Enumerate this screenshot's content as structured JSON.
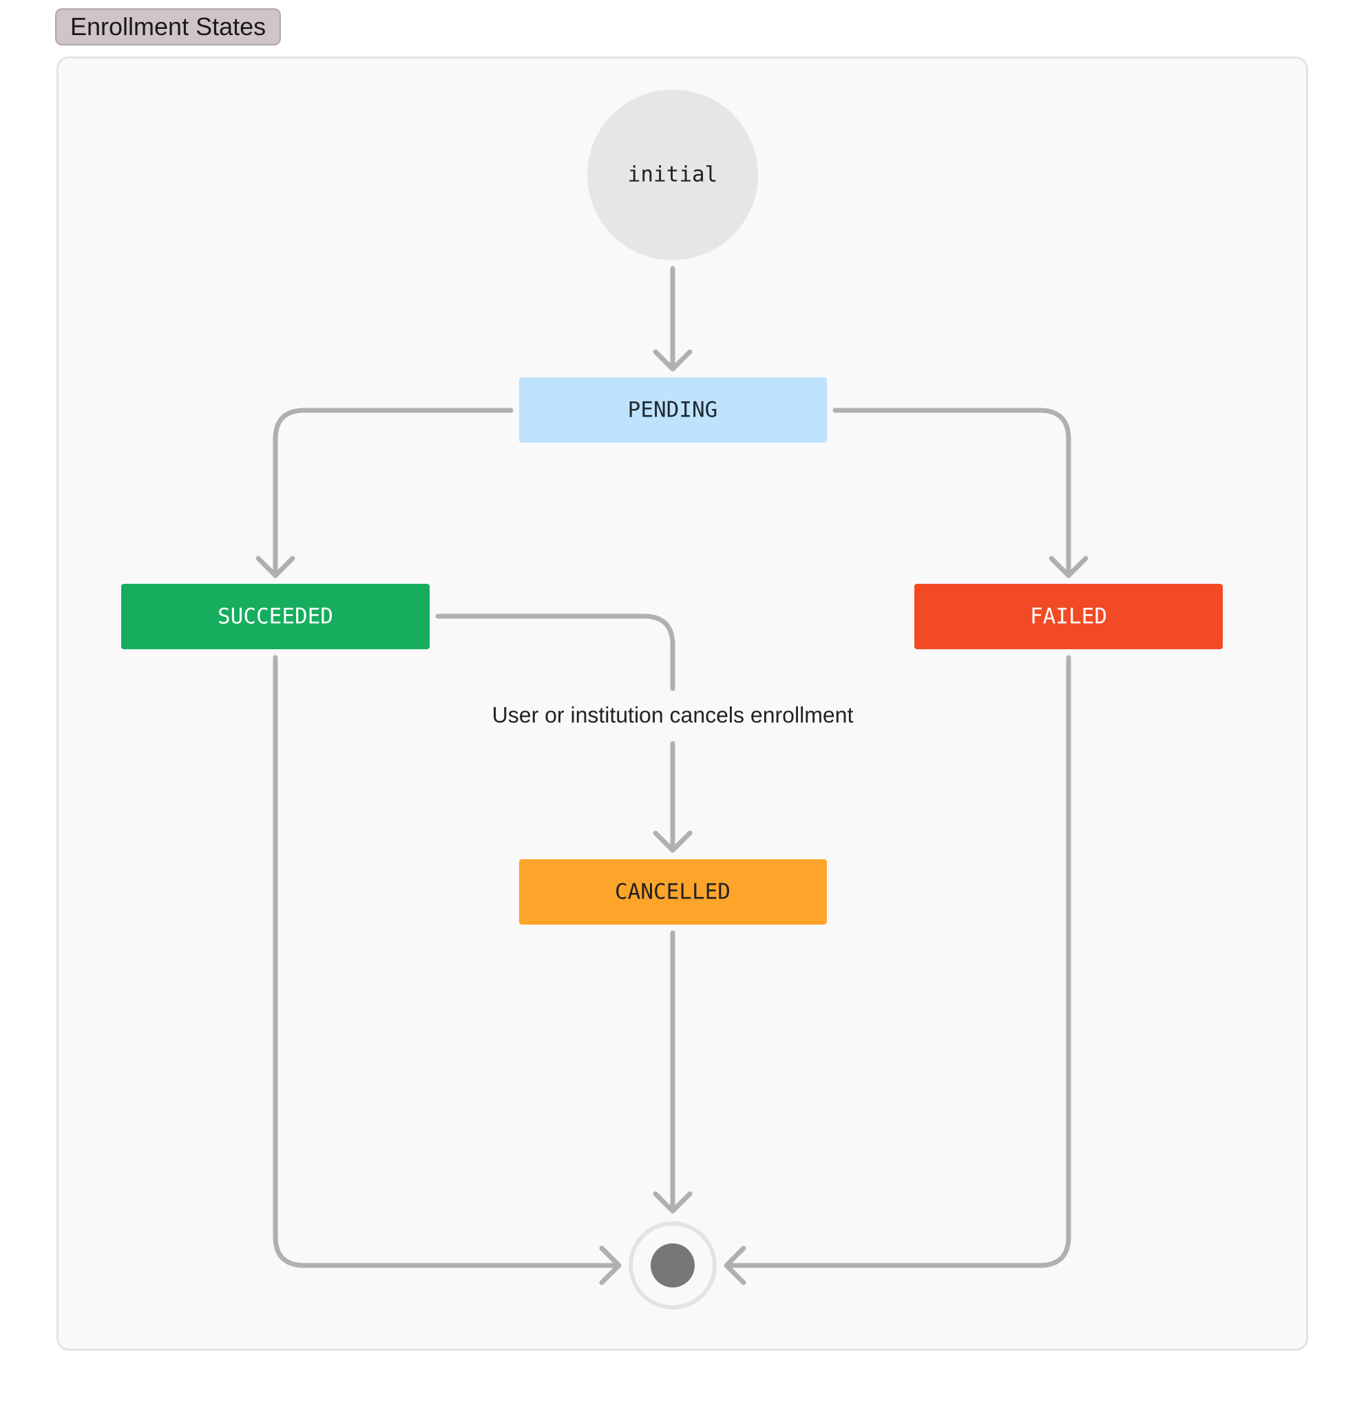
{
  "diagram": {
    "title": "Enrollment States",
    "initial_label": "initial",
    "states": {
      "pending": {
        "label": "PENDING",
        "fill": "#bfe3fc",
        "text_color": "#1f2a33"
      },
      "succeeded": {
        "label": "SUCCEEDED",
        "fill": "#16ad5e",
        "text_color": "#ffffff"
      },
      "failed": {
        "label": "FAILED",
        "fill": "#f14a24",
        "text_color": "#ffffff"
      },
      "cancelled": {
        "label": "CANCELLED",
        "fill": "#fda52b",
        "text_color": "#222222"
      }
    },
    "transitions": [
      {
        "from": "initial",
        "to": "PENDING",
        "label": ""
      },
      {
        "from": "PENDING",
        "to": "SUCCEEDED",
        "label": ""
      },
      {
        "from": "PENDING",
        "to": "FAILED",
        "label": ""
      },
      {
        "from": "SUCCEEDED",
        "to": "CANCELLED",
        "label": "User or institution cancels enrollment"
      },
      {
        "from": "SUCCEEDED",
        "to": "final",
        "label": ""
      },
      {
        "from": "CANCELLED",
        "to": "final",
        "label": ""
      },
      {
        "from": "FAILED",
        "to": "final",
        "label": ""
      }
    ],
    "cancel_transition_label": "User or institution cancels enrollment",
    "colors": {
      "edge": "#b0b0b0",
      "initial_fill": "#e6e6e6",
      "final_ring": "#e3e3e3",
      "final_dot": "#777777"
    }
  }
}
